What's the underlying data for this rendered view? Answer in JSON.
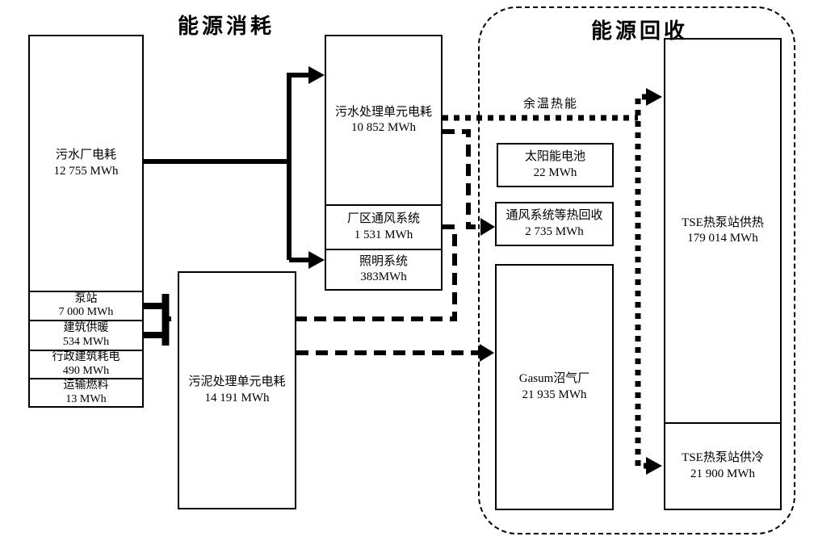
{
  "titles": {
    "consumption": "能源消耗",
    "recovery": "能源回收"
  },
  "flow_labels": {
    "residual_heat": "余温热能"
  },
  "nodes": {
    "plant_electricity": {
      "label": "污水厂电耗",
      "value": "12 755 MWh"
    },
    "pump_station": {
      "label": "泵站",
      "value": "7 000 MWh"
    },
    "building_heating": {
      "label": "建筑供暖",
      "value": "534 MWh"
    },
    "admin_building": {
      "label": "行政建筑耗电",
      "value": "490 MWh"
    },
    "transport_fuel": {
      "label": "运输燃料",
      "value": "13 MWh"
    },
    "wastewater_unit": {
      "label": "污水处理单元电耗",
      "value": "10 852 MWh"
    },
    "ventilation_system": {
      "label": "厂区通风系统",
      "value": "1 531 MWh"
    },
    "lighting_system": {
      "label": "照明系统",
      "value": "383MWh"
    },
    "sludge_unit": {
      "label": "污泥处理单元电耗",
      "value": "14 191 MWh"
    },
    "solar_cells": {
      "label": "太阳能电池",
      "value": "22 MWh"
    },
    "vent_heat_recovery": {
      "label": "通风系统等热回收",
      "value": "2 735 MWh"
    },
    "gasum_biogas": {
      "label": "Gasum沼气厂",
      "value": "21 935 MWh"
    },
    "tse_heating": {
      "label": "TSE热泵站供热",
      "value": "179 014 MWh"
    },
    "tse_cooling": {
      "label": "TSE热泵站供冷",
      "value": "21 900 MWh"
    }
  },
  "colors": {
    "line": "#000000",
    "background": "#ffffff"
  }
}
